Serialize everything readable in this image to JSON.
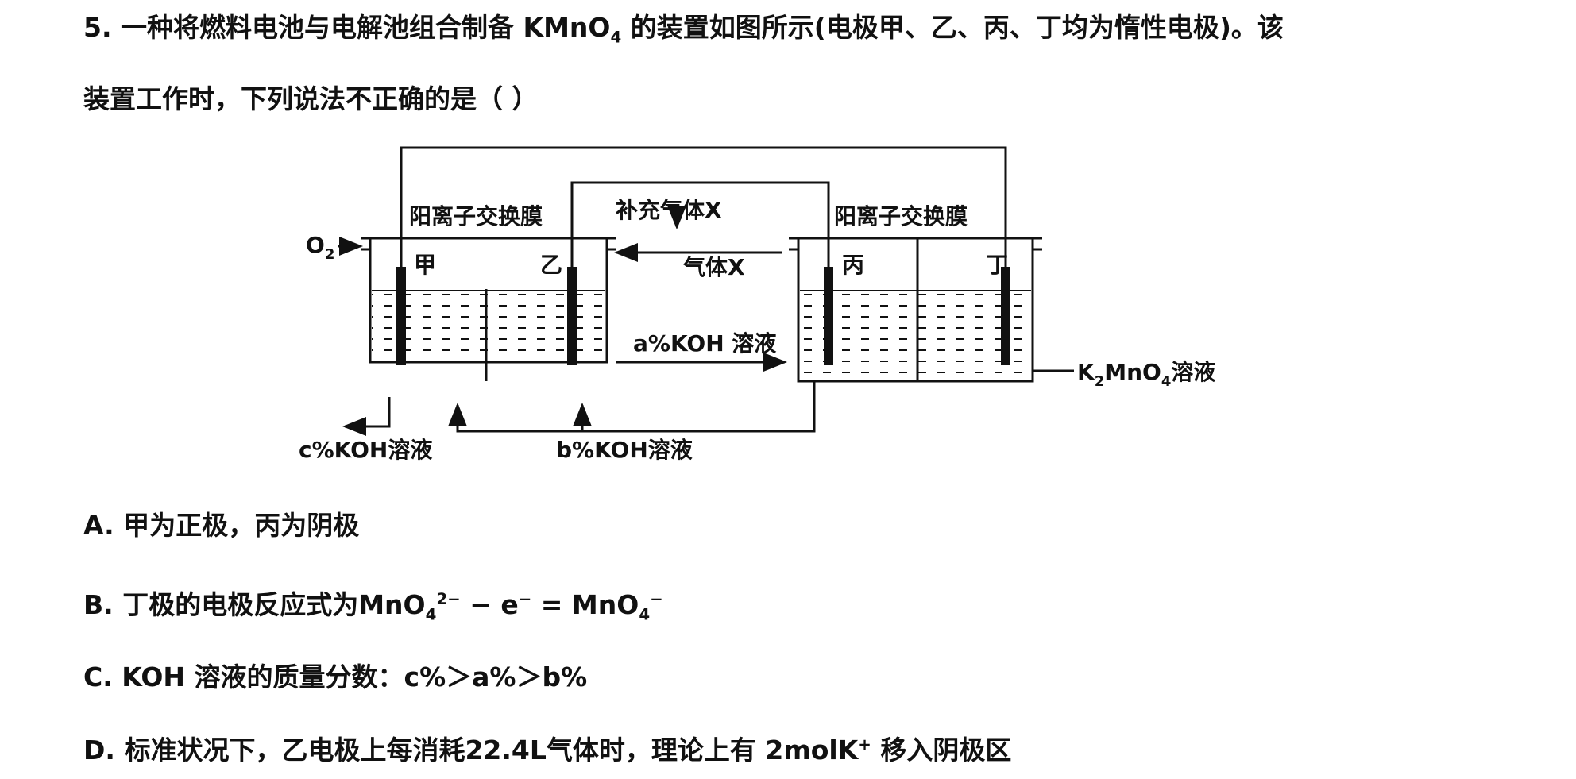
{
  "question": {
    "number": "5.",
    "line1_part1": "一种将燃料电池与电解池组合制备",
    "line1_formula": "KMnO",
    "line1_formula_sub": "4",
    "line1_part2": "的装置如图所示(电极甲、乙、丙、丁均为惰性电极)。该",
    "line2": "装置工作时，下列说法不正确的是（      ）"
  },
  "diagram": {
    "membrane_left": "阳离子交换膜",
    "membrane_right": "阳离子交换膜",
    "supplement_gas": "补充气体X",
    "gas_x": "气体X",
    "o2": "O",
    "o2_sub": "2",
    "electrode_jia": "甲",
    "electrode_yi": "乙",
    "electrode_bing": "丙",
    "electrode_ding": "丁",
    "koh_a": "a%KOH 溶液",
    "koh_b": "b%KOH溶液",
    "koh_c": "c%KOH溶液",
    "k2mno4_k": "K",
    "k2mno4_sub2": "2",
    "k2mno4_mno": "MnO",
    "k2mno4_sub4": "4",
    "k2mno4_rest": "溶液"
  },
  "options": {
    "A": {
      "label": "A.",
      "text": "甲为正极，丙为阴极"
    },
    "B": {
      "label": "B.",
      "text": "丁极的电极反应式为MnO",
      "sub1": "4",
      "sup1": "2−",
      "mid": " − e",
      "sup2": "−",
      "eq": " = MnO",
      "sub2": "4",
      "sup3": "−"
    },
    "C": {
      "label": "C.",
      "text": "KOH 溶液的质量分数：c%＞a%＞b%"
    },
    "D": {
      "label": "D.",
      "text": "标准状况下，乙电极上每消耗22.4L气体时，理论上有 2molK",
      "sup": "+",
      "tail": " 移入阴极区"
    }
  }
}
